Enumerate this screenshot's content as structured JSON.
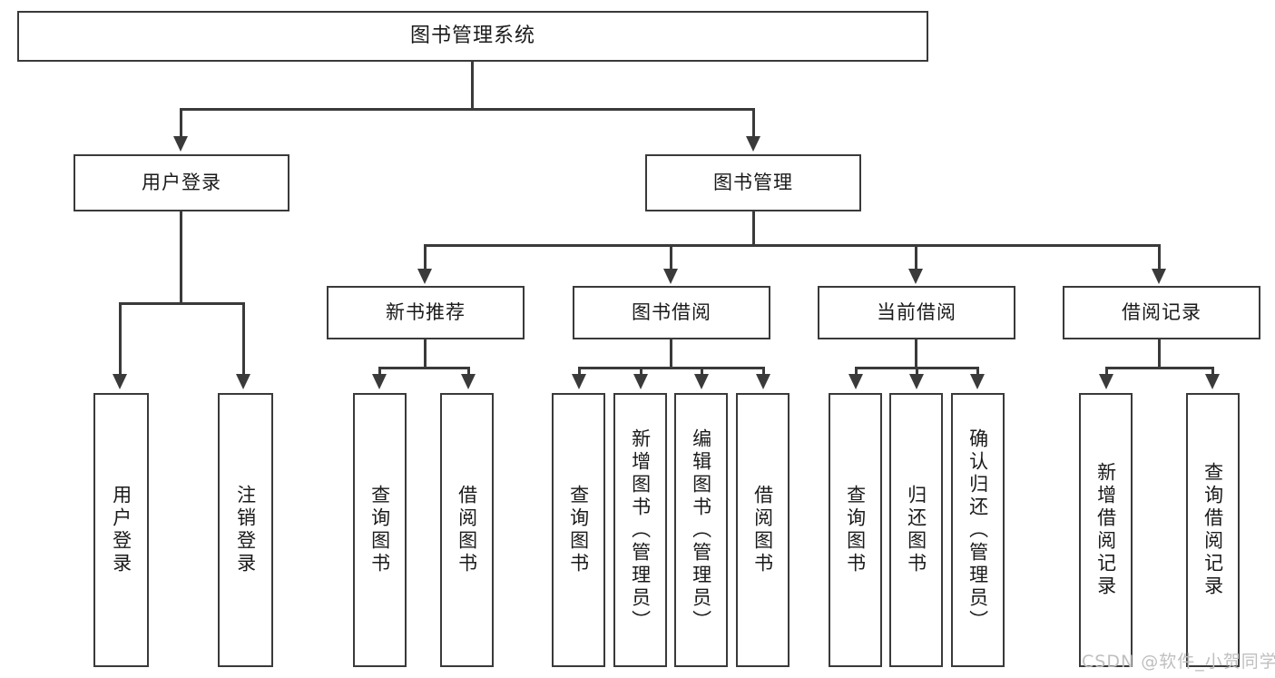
{
  "diagram": {
    "title": "图书管理系统",
    "type": "功能结构图",
    "accent_color": "#3a3a3a",
    "background_color": "#ffffff",
    "watermark": "CSDN @软件_小贺同学",
    "watermark_color": "#bfbfbf"
  },
  "nodes": {
    "root": {
      "label": "图书管理系统"
    },
    "level2": [
      {
        "id": "user-login",
        "label": "用户登录"
      },
      {
        "id": "book-manage",
        "label": "图书管理"
      }
    ],
    "level3": [
      {
        "id": "new-book-recommend",
        "label": "新书推荐"
      },
      {
        "id": "book-borrow",
        "label": "图书借阅"
      },
      {
        "id": "current-borrow",
        "label": "当前借阅"
      },
      {
        "id": "borrow-record",
        "label": "借阅记录"
      }
    ],
    "leaves": {
      "user_login": [
        {
          "id": "leaf-user-login",
          "label": "用户登录"
        },
        {
          "id": "leaf-user-logout",
          "label": "注销登录"
        }
      ],
      "new_book_recommend": [
        {
          "id": "leaf-query-book-1",
          "label": "查询图书"
        },
        {
          "id": "leaf-borrow-book-1",
          "label": "借阅图书"
        }
      ],
      "book_borrow": [
        {
          "id": "leaf-query-book-2",
          "label": "查询图书"
        },
        {
          "id": "leaf-add-book",
          "label": "新增图书（管理员）"
        },
        {
          "id": "leaf-edit-book",
          "label": "编辑图书（管理员）"
        },
        {
          "id": "leaf-borrow-book-2",
          "label": "借阅图书"
        }
      ],
      "current_borrow": [
        {
          "id": "leaf-query-book-3",
          "label": "查询图书"
        },
        {
          "id": "leaf-return-book",
          "label": "归还图书"
        },
        {
          "id": "leaf-confirm-return",
          "label": "确认归还（管理员）"
        }
      ],
      "borrow_record": [
        {
          "id": "leaf-add-record",
          "label": "新增借阅记录"
        },
        {
          "id": "leaf-query-record",
          "label": "查询借阅记录"
        }
      ]
    }
  }
}
